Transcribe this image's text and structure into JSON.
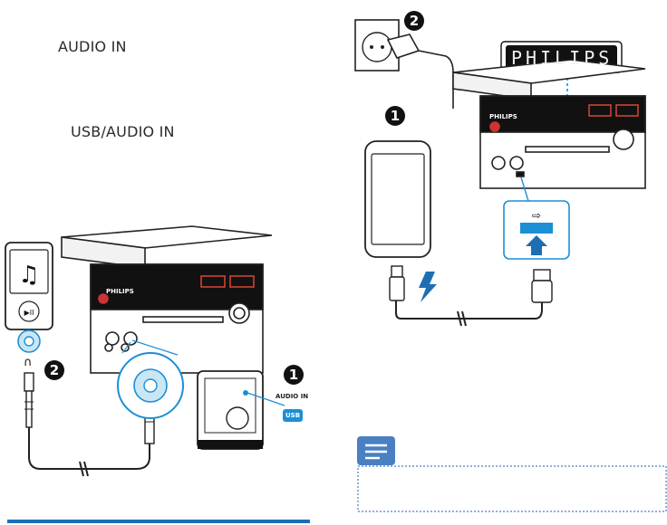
{
  "left_column": {
    "label_audio_in": "AUDIO IN",
    "label_usb_audio_in": "USB/AUDIO IN"
  },
  "left_diagram": {
    "device_brand": "PHILIPS",
    "step_marker_1": "1",
    "step_marker_2": "2",
    "port_label_audio_in": "AUDIO IN",
    "port_label_usb": "USB"
  },
  "right_diagram": {
    "display_text": "PHILIPS",
    "device_brand": "PHILIPS",
    "step_marker_1": "1",
    "step_marker_2": "2"
  },
  "note": {
    "icon": "note-icon",
    "body_text": ""
  },
  "colors": {
    "accent_blue": "#1e6eb4",
    "port_blue": "#1c8fd6",
    "note_border": "#4a80c2",
    "marker_fill": "#111111"
  }
}
